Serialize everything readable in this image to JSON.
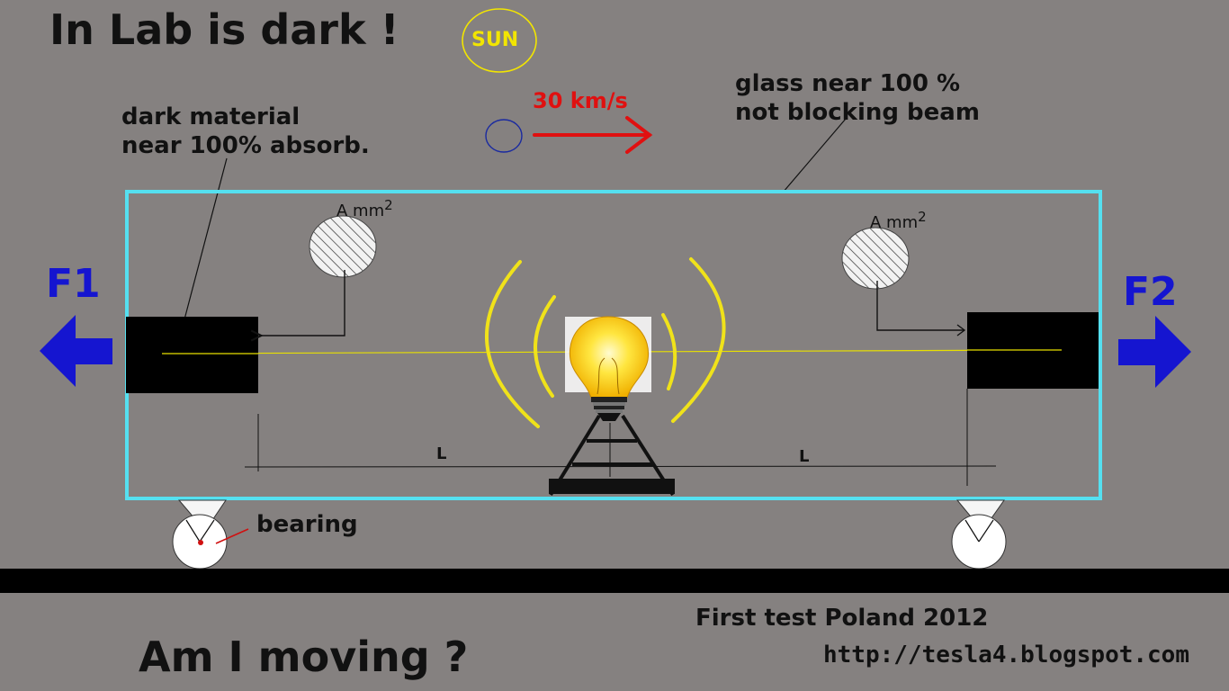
{
  "title": "In Lab is dark !",
  "question": "Am I moving ?",
  "credit": "First test Poland 2012",
  "url": "http://tesla4.blogspot.com",
  "sun_label": "SUN",
  "speed_label": "30 km/s",
  "glass_label": [
    "glass near 100 %",
    "not blocking beam"
  ],
  "dark_label": [
    "dark material",
    "near 100% absorb."
  ],
  "bearing_label": "bearing",
  "force_left": "F1",
  "force_right": "F2",
  "area_label_left": {
    "text": "A mm",
    "sup": "2"
  },
  "area_label_right": {
    "text": "A mm",
    "sup": "2"
  },
  "distance_left": "L",
  "distance_right": "L",
  "colors": {
    "background": "#858180",
    "frame": "#55e0f0",
    "arrow": "#1515d0",
    "sun": "#f2e500",
    "velocity": "#e01010",
    "beam": "#e8e000",
    "ground": "#000000"
  }
}
